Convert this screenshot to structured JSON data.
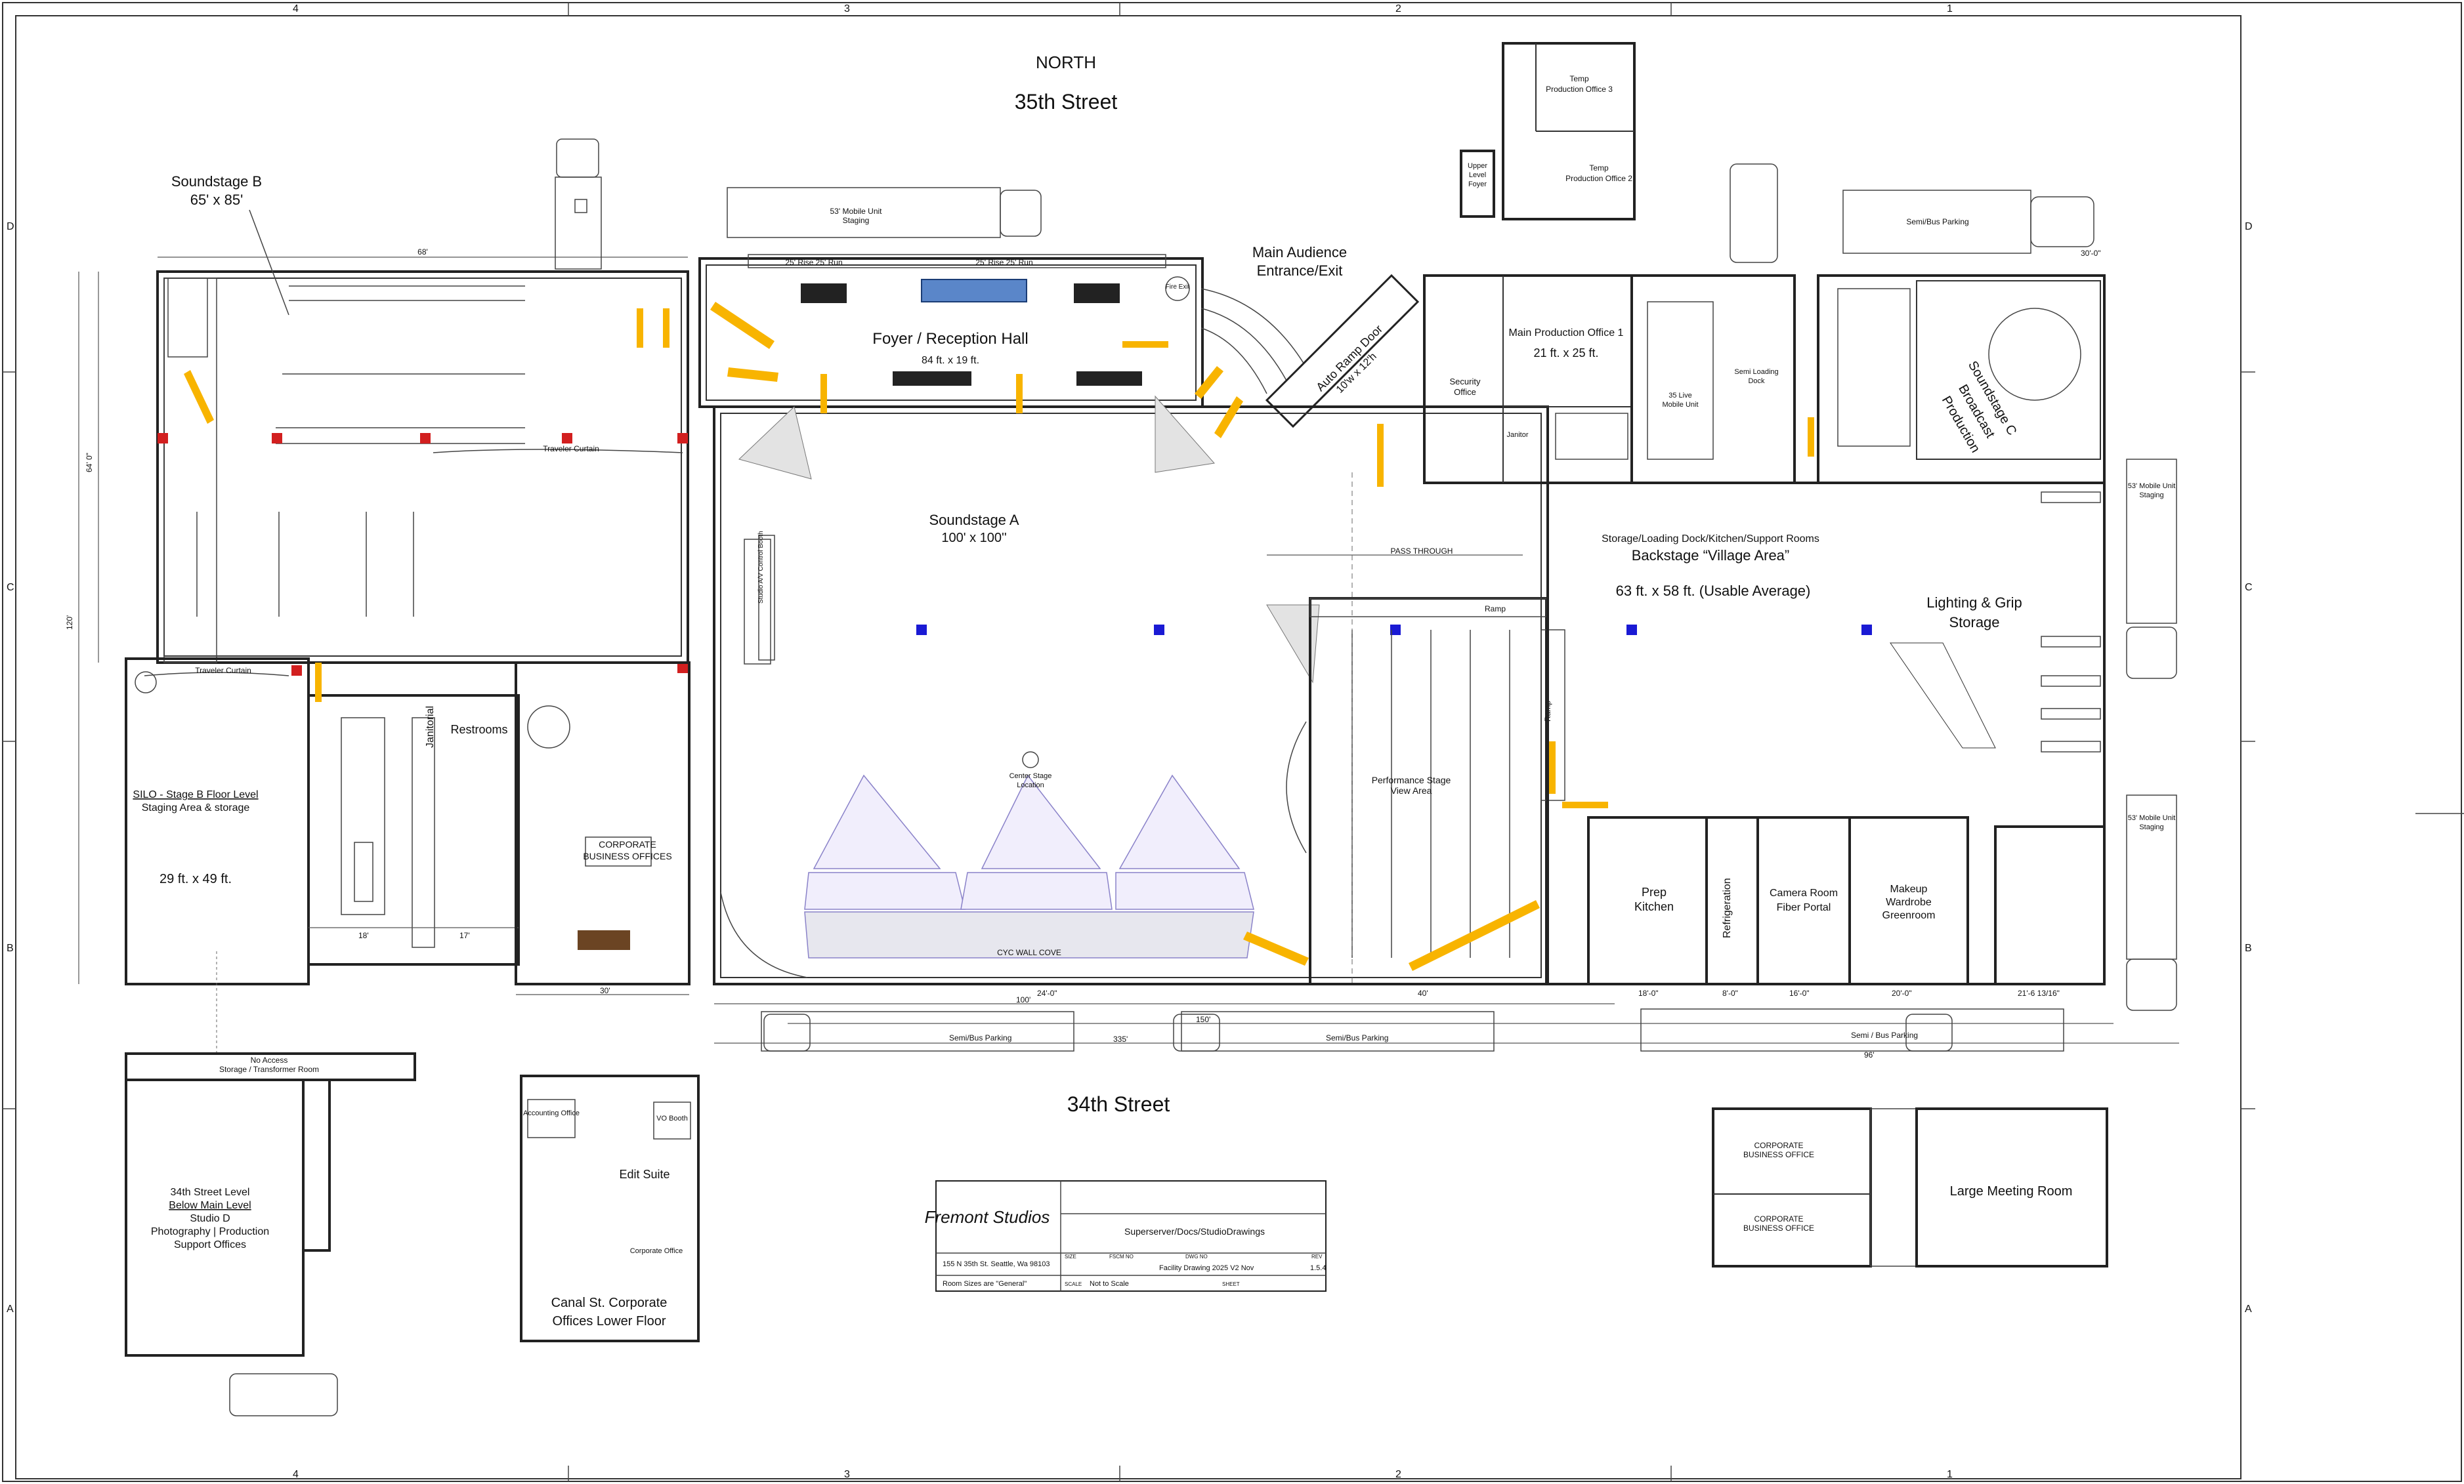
{
  "grid": {
    "columns": [
      "4",
      "3",
      "2",
      "1"
    ],
    "rows": [
      "D",
      "C",
      "B",
      "A"
    ]
  },
  "streets": {
    "north_label": "NORTH",
    "north": "35th Street",
    "south": "34th Street"
  },
  "soundstage_b": {
    "name": "Soundstage B",
    "size": "65' x 85'"
  },
  "silo": {
    "name": "SILO - Stage B Floor Level",
    "sub": "Staging Area & storage",
    "size": "29 ft. x 49 ft."
  },
  "foyer": {
    "name": "Foyer / Reception Hall",
    "size": "84 ft. x 19 ft.",
    "fire_exit": "Fire Exit"
  },
  "main_entrance": {
    "line1": "Main Audience",
    "line2": "Entrance/Exit"
  },
  "ramp_door": {
    "line1": "Auto Ramp Door",
    "line2": "10'w x 12'h"
  },
  "soundstage_a": {
    "name": "Soundstage A",
    "size": "100' x 100''"
  },
  "backstage": {
    "line1": "Storage/Loading Dock/Kitchen/Support Rooms",
    "line2": "Backstage “Village Area”",
    "line3": "63 ft. x 58 ft. (Usable Average)"
  },
  "lighting": {
    "line1": "Lighting & Grip",
    "line2": "Storage"
  },
  "soundstage_c": {
    "line1": "Soundstage C",
    "line2": "Broadcast",
    "line3": "Production"
  },
  "main_office": {
    "name": "Main Production Office 1",
    "size": "21 ft. x 25 ft."
  },
  "temp_office_3": {
    "line1": "Temp",
    "line2": "Production Office 3"
  },
  "temp_office_2": {
    "line1": "Temp",
    "line2": "Production Office 2"
  },
  "upper_foyer": {
    "line1": "Upper",
    "line2": "Level",
    "line3": "Foyer"
  },
  "security": {
    "line1": "Security",
    "line2": "Office"
  },
  "janitor": "Janitor",
  "live_unit": {
    "line1": "35 Live",
    "line2": "Mobile Unit"
  },
  "semi_dock": {
    "line1": "Semi Loading",
    "line2": "Dock"
  },
  "mobile_staging": {
    "line1": "53' Mobile Unit",
    "line2": "Staging"
  },
  "rooms": {
    "restrooms": "Restrooms",
    "janitorial": "Janitorial",
    "corporate": {
      "line1": "CORPORATE",
      "line2": "BUSINESS OFFICES"
    },
    "performance_stage": {
      "line1": "Performance Stage",
      "line2": "View Area"
    },
    "ramp": "Ramp",
    "prep_kitchen": {
      "line1": "Prep",
      "line2": "Kitchen"
    },
    "refrigeration": "Refrigeration",
    "camera_room": {
      "line1": "Camera Room",
      "line2": "Fiber Portal"
    },
    "makeup": {
      "line1": "Makeup",
      "line2": "Wardrobe",
      "line3": "Greenroom"
    },
    "center_stage": {
      "line1": "Center Stage",
      "line2": "Location"
    },
    "cyc": "CYC WALL COVE",
    "control_booth": "Studio A/V Control Booth"
  },
  "pass_through": "PASS THROUGH",
  "traveler_curtain": "Traveler Curtain",
  "parking": {
    "semi_bus_a": "Semi/Bus Parking",
    "semi_bus_b": "Semi/Bus Parking",
    "semi_bus_c": "Semi / Bus Parking",
    "semi_bus_top": "Semi/Bus Parking"
  },
  "road_labels": [
    "25' Rise 25' Run",
    "25' Rise 25' Run"
  ],
  "studio_d": {
    "no_access": "No Access",
    "storage": "Storage / Transformer Room",
    "line1": "34th Street Level",
    "line2": "Below Main Level",
    "line3": "Studio D",
    "line4": "Photography | Production",
    "line5": "Support Offices"
  },
  "canal": {
    "accounting": "Accounting Office",
    "vo": "VO Booth",
    "edit": "Edit Suite",
    "corporate_office": "Corporate Office",
    "line1": "Canal St. Corporate",
    "line2": "Offices Lower Floor"
  },
  "bottom_right": {
    "corp1": {
      "line1": "CORPORATE",
      "line2": "BUSINESS OFFICE"
    },
    "corp2": {
      "line1": "CORPORATE",
      "line2": "BUSINESS OFFICE"
    },
    "meeting": "Large Meeting Room"
  },
  "title_block": {
    "logo": "Fremont Studios",
    "path": "Superserver/Docs/StudioDrawings",
    "address": "155 N 35th St. Seattle, Wa 98103",
    "size_lbl": "SIZE",
    "fscm_lbl": "FSCM NO",
    "dwg_lbl": "DWG NO",
    "rev_lbl": "REV",
    "dwg": "Facility Drawing 2025 V2 Nov",
    "rev": "1.5.4",
    "note": "Room Sizes are \"General\"",
    "scale_lbl": "SCALE",
    "scale": "Not to Scale",
    "sheet_lbl": "SHEET"
  },
  "dims": {
    "b_top": "68'",
    "b_left": "64' 0\"",
    "b_side": "120'",
    "a_bottom": "335'",
    "a_mid": "150'",
    "a_seg": "100'",
    "seg_24": "24'-0\"",
    "seg_40": "40'",
    "seg_18": "18'",
    "seg_17": "17'",
    "seg_30": "30'",
    "seg_back": [
      "18'-0\"",
      "8'-0\"",
      "16'-0\"",
      "20'-0\"",
      "21'-6 13/16\""
    ],
    "seg_96": "96'",
    "seg_30b": "30'-0\""
  }
}
